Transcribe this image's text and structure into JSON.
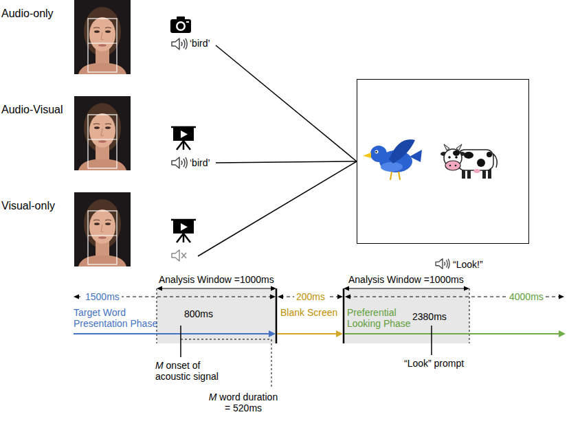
{
  "diagram": {
    "nodes": [
      {
        "text": [
          "Audio-only",
          "‘bird’"
        ]
      },
      {
        "text": [
          "Audio-Visual",
          "‘bird’"
        ]
      },
      {
        "text": [
          "Visual-only"
        ]
      },
      {
        "text": [
          "“Look!”"
        ]
      }
    ],
    "edges": [
      {
        "from": 0,
        "to": 3,
        "arrow": "none"
      },
      {
        "from": 1,
        "to": 3,
        "arrow": "none"
      },
      {
        "from": 2,
        "to": 3,
        "arrow": "none"
      }
    ],
    "labels": [
      "Analysis Window =1000ms",
      "1500ms",
      "Target Word Presentation Phase",
      "800ms",
      "M onset of acoustic signal",
      "M word duration = 520ms",
      "200ms",
      "Blank Screen",
      "Analysis Window =1000ms",
      "4000ms",
      "Preferential Looking Phase",
      "2380ms",
      "“Look” prompt"
    ]
  }
}
